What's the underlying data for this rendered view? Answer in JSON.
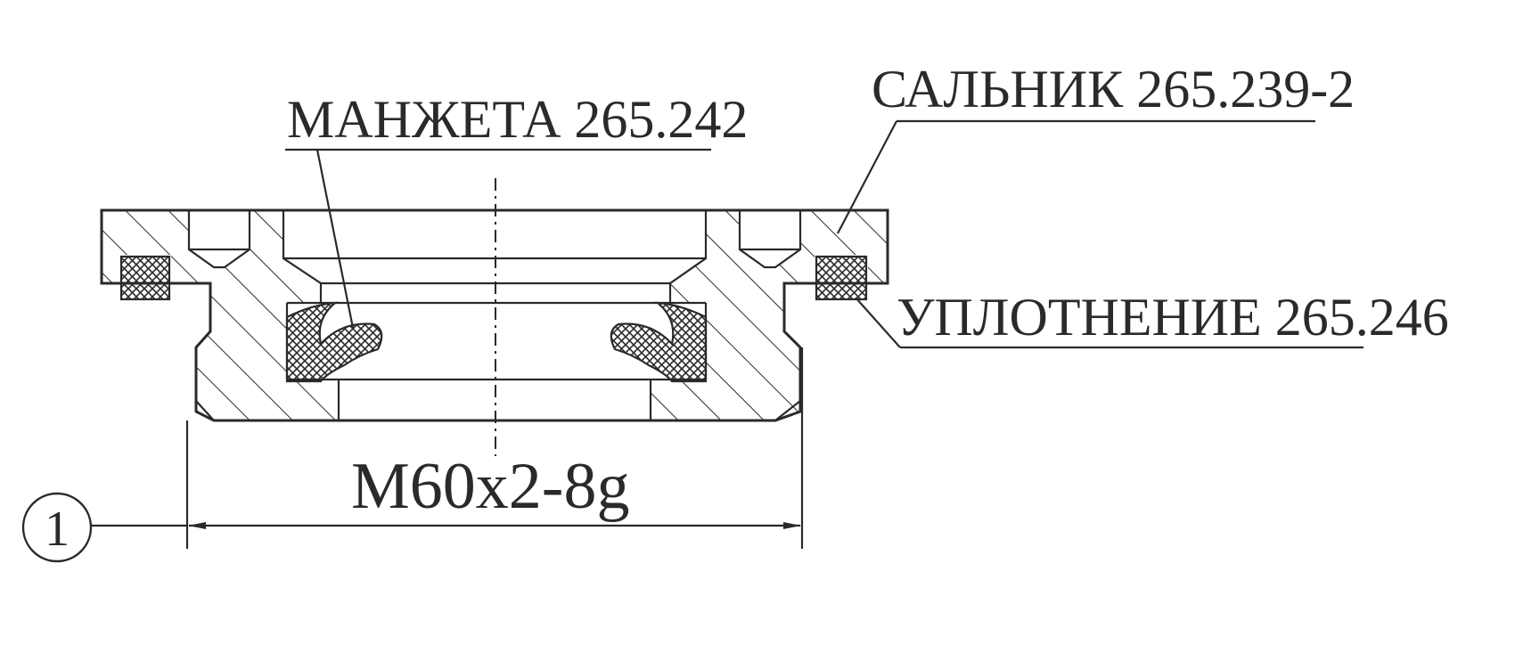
{
  "labels": {
    "cuff": "МАНЖЕТА 265.242",
    "gland": "САЛЬНИК 265.239-2",
    "seal": "УПЛОТНЕНИЕ 265.246",
    "thread": "М60х2-8g",
    "marker": "1"
  },
  "colors": {
    "ink": "#2a2a2a",
    "background": "#ffffff"
  }
}
